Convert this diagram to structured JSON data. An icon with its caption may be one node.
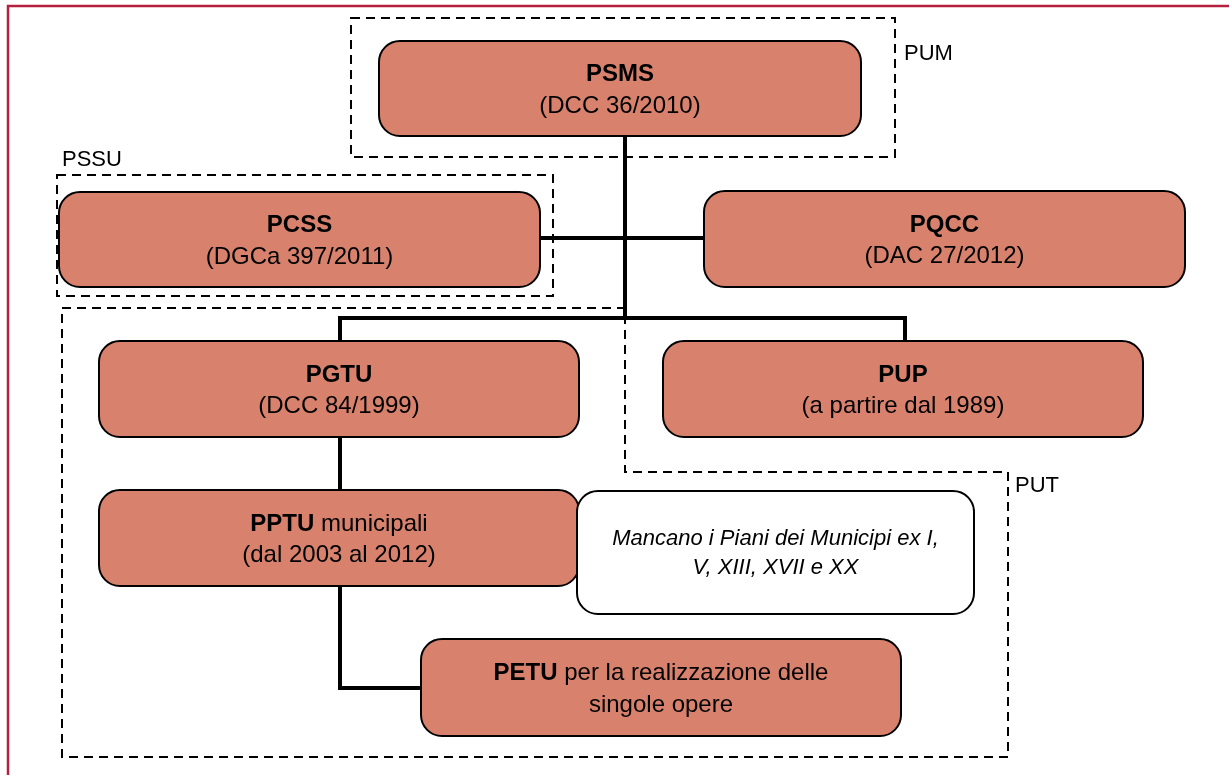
{
  "diagram": {
    "nodes": [
      {
        "text": [
          "PUM"
        ]
      },
      {
        "text": [
          "PSMS",
          "(DCC 36/2010)"
        ],
        "in": 0
      },
      {
        "text": [
          "PSSU"
        ]
      },
      {
        "text": [
          "PCSS",
          "(DGCa 397/2011)"
        ],
        "in": 2
      },
      {
        "text": [
          "PQCC",
          "(DAC 27/2012)"
        ]
      },
      {
        "text": [
          "PUT"
        ]
      },
      {
        "text": [
          "PGTU",
          "(DCC 84/1999)"
        ],
        "in": 5
      },
      {
        "text": [
          "PUP",
          "(a partire dal 1989)"
        ]
      },
      {
        "text": [
          "**PPTU** municipali",
          "(dal 2003 al 2012)"
        ],
        "in": 5
      },
      {
        "text": [
          "Mancano i Piani dei Municipi ex I, V, XIII, XVII e XX"
        ],
        "in": 5
      },
      {
        "text": [
          "**PETU** per la realizzazione delle singole opere"
        ],
        "in": 5
      }
    ],
    "edges": [
      {
        "from": 1,
        "to": 3,
        "arrow": "none"
      },
      {
        "from": 1,
        "to": 4,
        "arrow": "none"
      },
      {
        "from": 1,
        "to": 6,
        "arrow": "none"
      },
      {
        "from": 1,
        "to": 7,
        "arrow": "none"
      },
      {
        "from": 6,
        "to": 8,
        "arrow": "none"
      },
      {
        "from": 8,
        "to": 10,
        "arrow": "none"
      }
    ]
  }
}
